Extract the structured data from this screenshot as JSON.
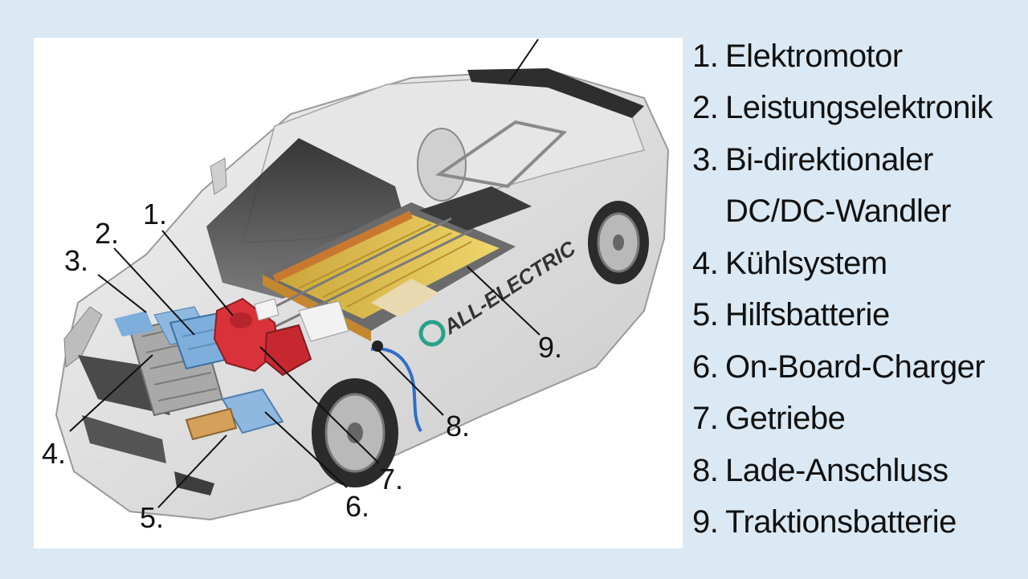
{
  "callouts": [
    "1.",
    "2.",
    "3.",
    "4.",
    "5.",
    "6.",
    "7.",
    "8.",
    "9."
  ],
  "car_lettering": "ALL-ELECTRIC",
  "legend": [
    {
      "num": "1.",
      "label": "Elektromotor"
    },
    {
      "num": "2.",
      "label": "Leistungselektronik"
    },
    {
      "num": "3.",
      "label": "Bi-direktionaler"
    },
    {
      "num": "",
      "label": "DC/DC-Wandler"
    },
    {
      "num": "4.",
      "label": "Kühlsystem"
    },
    {
      "num": "5.",
      "label": "Hilfsbatterie"
    },
    {
      "num": "6.",
      "label": "On-Board-Charger"
    },
    {
      "num": "7.",
      "label": "Getriebe"
    },
    {
      "num": "8.",
      "label": "Lade-Anschluss"
    },
    {
      "num": "9.",
      "label": "Traktionsbatterie"
    }
  ],
  "colors": {
    "background": "#dbe9f4",
    "battery": "#e3c24a",
    "motor": "#d9323a",
    "cooling": "#7eaedb",
    "body": "#dcdcdc"
  }
}
